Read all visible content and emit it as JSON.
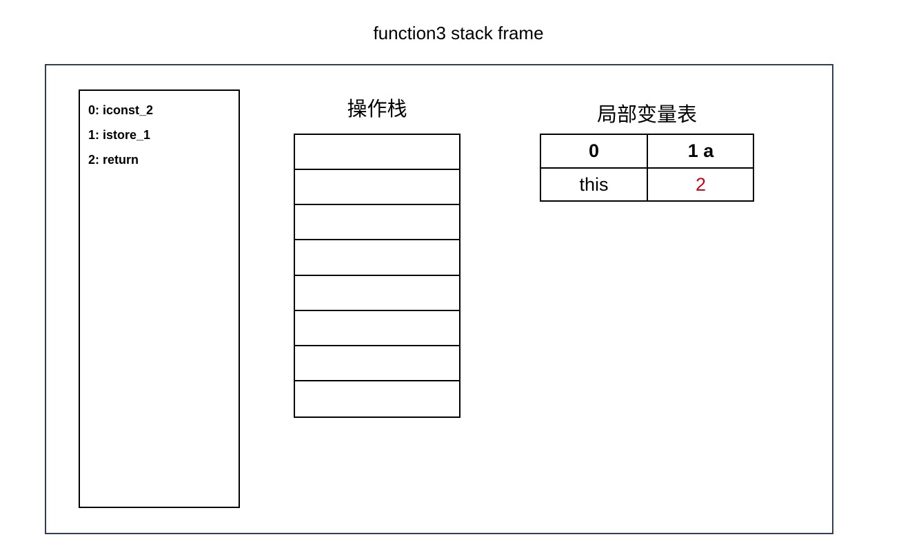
{
  "title": "function3 stack frame",
  "bytecode": [
    "0: iconst_2",
    "1: istore_1",
    "2: return"
  ],
  "operand_stack": {
    "title": "操作栈",
    "slot_count": 8
  },
  "local_variable_table": {
    "title": "局部变量表",
    "headers": [
      "0",
      "1 a"
    ],
    "values": [
      "this",
      "2"
    ],
    "highlight_color": "#d0021b"
  }
}
